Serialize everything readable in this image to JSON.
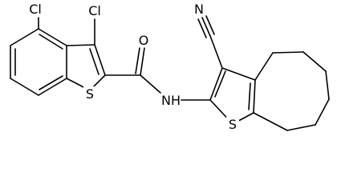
{
  "structure": {
    "atoms": {
      "cl_left": "Cl",
      "cl_right": "Cl",
      "o_carbonyl": "O",
      "s_benzothiophene": "S",
      "nh_amide": "NH",
      "s_thiophene": "S",
      "n_nitrile": "N"
    }
  }
}
